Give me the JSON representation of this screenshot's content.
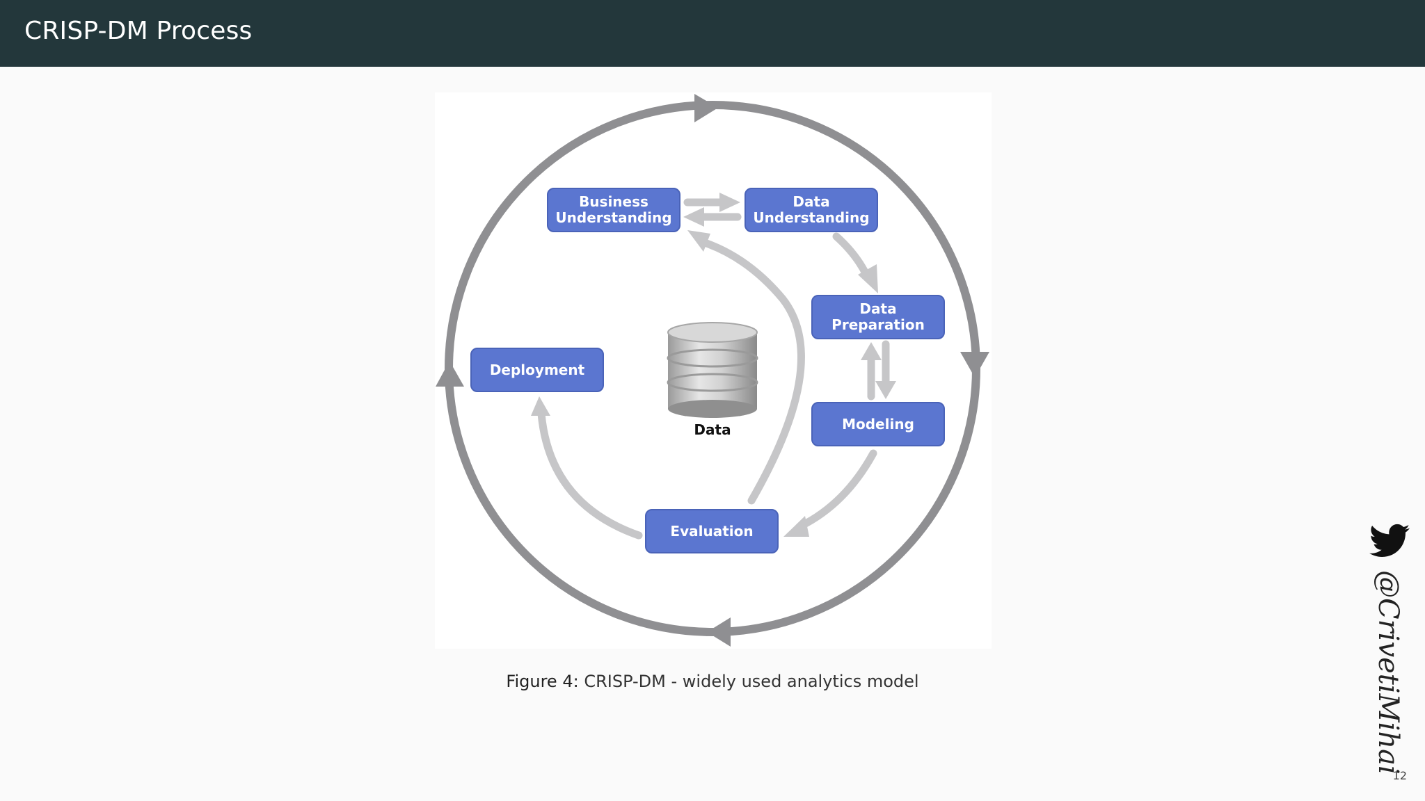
{
  "header": {
    "title": "CRISP-DM Process"
  },
  "diagram": {
    "phases": {
      "business_understanding": "Business\nUnderstanding",
      "data_understanding": "Data\nUnderstanding",
      "data_preparation": "Data\nPreparation",
      "modeling": "Modeling",
      "evaluation": "Evaluation",
      "deployment": "Deployment"
    },
    "center_label": "Data",
    "colors": {
      "box": "#5b76d0",
      "outer_cycle": "#8f8f92",
      "inner_arrows": "#c6c6c8"
    }
  },
  "caption": {
    "label": "Figure 4:",
    "text": "CRISP-DM - widely used analytics model"
  },
  "sidebar": {
    "handle": "@CrivetiMihai",
    "icon": "twitter-bird-icon"
  },
  "footer": {
    "page_number": "12"
  }
}
